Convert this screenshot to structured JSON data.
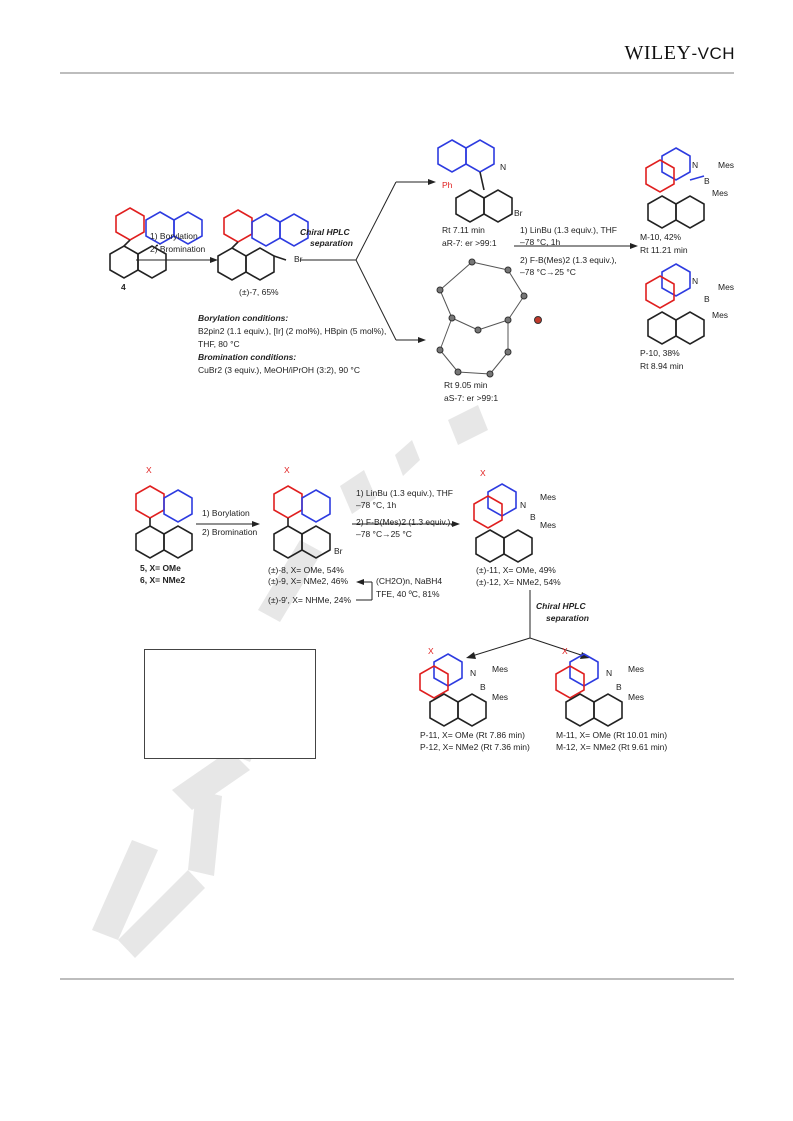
{
  "header": {
    "publisher_main": "WILEY",
    "publisher_suffix": "-VCH"
  },
  "watermark": {
    "text": "WILEY"
  },
  "scheme1": {
    "start_label": "4",
    "step1_line1": "1) Borylation",
    "step1_line2": "2) Bromination",
    "product7_label": "(±)-7, 65%",
    "separation_line1": "Chiral HPLC",
    "separation_line2": "separation",
    "isomerA_sub": "Ph",
    "isomerA_br": "Br",
    "isomerA_rt": "Rt 7.11 min",
    "isomerA_er": "aR-7: er >99:1",
    "isomerB_rt": "Rt 9.05 min",
    "isomerB_er": "aS-7: er >99:1",
    "borylation_title": "Borylation conditions:",
    "borylation_line1": "B2pin2 (1.1 equiv.), [Ir] (2 mol%), HBpin (5 mol%),",
    "borylation_line2": "THF, 80 °C",
    "bromination_title": "Bromination conditions:",
    "bromination_line1": "CuBr2 (3 equiv.), MeOH/iPrOH (3:2), 90 °C",
    "reagent_line1": "1) LinBu (1.3 equiv.), THF",
    "reagent_line2": "–78 °C, 1h",
    "reagent_line3": "2) F-B(Mes)2 (1.3 equiv.),",
    "reagent_line4": "–78 °C→25 °C",
    "product_M10": "M-10, 42%",
    "product_M10_rt": "Rt 11.21 min",
    "product_P10": "P-10, 38%",
    "product_P10_rt": "Rt 8.94 min",
    "mes": "Mes",
    "boron": "B",
    "nitrogen": "N"
  },
  "scheme2": {
    "start_label1": "5, X= OMe",
    "start_label2": "6, X= NMe2",
    "step1_line1": "1) Borylation",
    "step1_line2": "2) Bromination",
    "product8": "(±)-8, X= OMe, 54%",
    "product9": "(±)-9, X= NMe2, 46%",
    "product9p": "(±)-9', X= NHMe, 24%",
    "conv_line1": "(CH2O)n, NaBH4",
    "conv_line2": "TFE, 40 ºC, 81%",
    "reagent_line1": "1) LinBu (1.3 equiv.), THF",
    "reagent_line2": "–78 °C, 1h",
    "reagent_line3": "2) F-B(Mes)2 (1.3 equiv.),",
    "reagent_line4": "–78 °C→25 °C",
    "product11": "(±)-11, X= OMe, 49%",
    "product12": "(±)-12, X= NMe2, 54%",
    "separation_line1": "Chiral HPLC",
    "separation_line2": "separation",
    "P11": "P-11, X= OMe (Rt 7.86 min)",
    "P12": "P-12, X= NMe2 (Rt 7.36 min)",
    "M11": "M-11, X= OMe (Rt 10.01 min)",
    "M12": "M-12, X= NMe2 (Rt 9.61 min)",
    "x": "X",
    "br": "Br",
    "mes": "Mes",
    "boron": "B",
    "nitrogen": "N"
  },
  "colors": {
    "red": "#e01f1f",
    "blue": "#2d3be0",
    "black": "#222222",
    "rule": "#bdbdbd",
    "watermark": "#e2e2e2"
  }
}
